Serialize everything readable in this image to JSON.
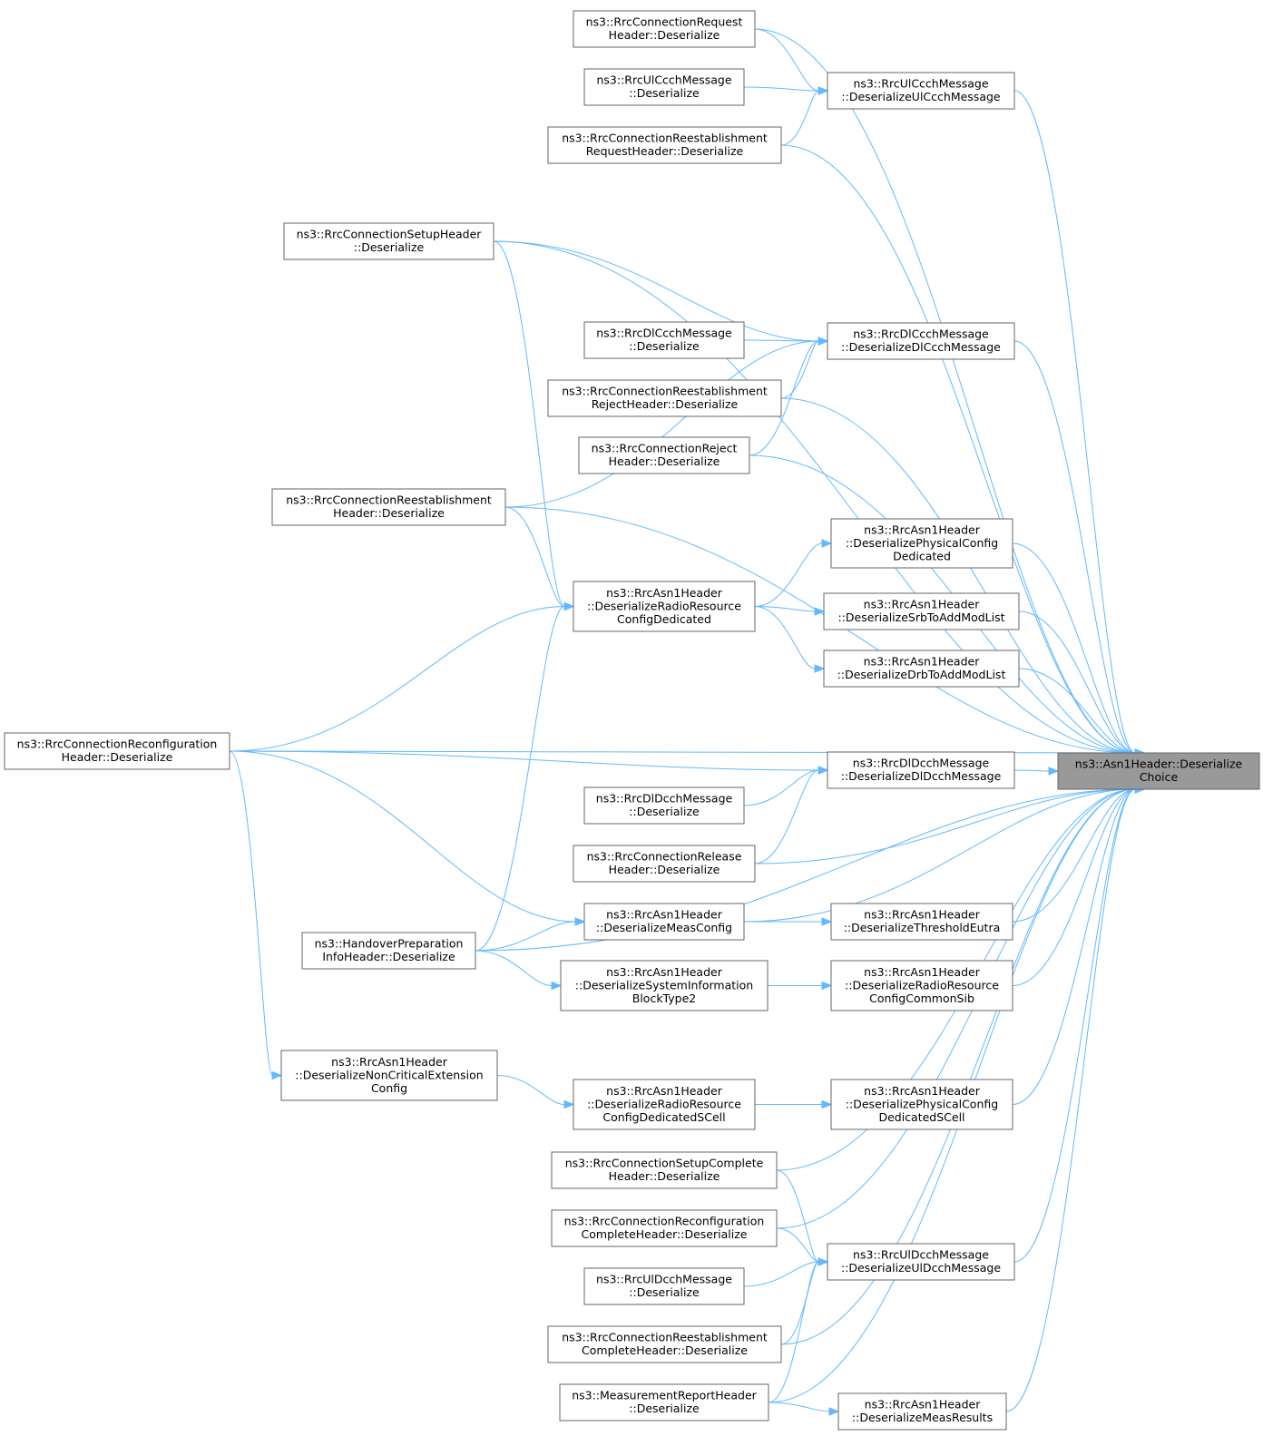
{
  "graph": {
    "colors": {
      "edge": "#63b8ff",
      "node_border": "#666666",
      "root_fill": "#999999",
      "node_fill": "#ffffff"
    },
    "root": {
      "id": "root",
      "lines": [
        "ns3::Asn1Header::Deserialize",
        "Choice"
      ]
    },
    "nodes": [
      {
        "id": "rcr",
        "lines": [
          "ns3::RrcConnectionRequest",
          "Header::Deserialize"
        ]
      },
      {
        "id": "ulccch",
        "lines": [
          "ns3::RrcUlCcchMessage",
          "::Deserialize"
        ]
      },
      {
        "id": "rcrr",
        "lines": [
          "ns3::RrcConnectionReestablishment",
          "RequestHeader::Deserialize"
        ]
      },
      {
        "id": "ulccchD",
        "lines": [
          "ns3::RrcUlCcchMessage",
          "::DeserializeUlCcchMessage"
        ]
      },
      {
        "id": "rcs",
        "lines": [
          "ns3::RrcConnectionSetupHeader",
          "::Deserialize"
        ]
      },
      {
        "id": "dlccch",
        "lines": [
          "ns3::RrcDlCcchMessage",
          "::Deserialize"
        ]
      },
      {
        "id": "rcrj",
        "lines": [
          "ns3::RrcConnectionReestablishment",
          "RejectHeader::Deserialize"
        ]
      },
      {
        "id": "rcrej",
        "lines": [
          "ns3::RrcConnectionReject",
          "Header::Deserialize"
        ]
      },
      {
        "id": "dlccchD",
        "lines": [
          "ns3::RrcDlCcchMessage",
          "::DeserializeDlCcchMessage"
        ]
      },
      {
        "id": "rcre",
        "lines": [
          "ns3::RrcConnectionReestablishment",
          "Header::Deserialize"
        ]
      },
      {
        "id": "pcd",
        "lines": [
          "ns3::RrcAsn1Header",
          "::DeserializePhysicalConfig",
          "Dedicated"
        ]
      },
      {
        "id": "rrcd",
        "lines": [
          "ns3::RrcAsn1Header",
          "::DeserializeRadioResource",
          "ConfigDedicated"
        ]
      },
      {
        "id": "srb",
        "lines": [
          "ns3::RrcAsn1Header",
          "::DeserializeSrbToAddModList"
        ]
      },
      {
        "id": "drb",
        "lines": [
          "ns3::RrcAsn1Header",
          "::DeserializeDrbToAddModList"
        ]
      },
      {
        "id": "rcrc",
        "lines": [
          "ns3::RrcConnectionReconfiguration",
          "Header::Deserialize"
        ]
      },
      {
        "id": "dldcchD",
        "lines": [
          "ns3::RrcDlDcchMessage",
          "::DeserializeDlDcchMessage"
        ]
      },
      {
        "id": "dldcch",
        "lines": [
          "ns3::RrcDlDcchMessage",
          "::Deserialize"
        ]
      },
      {
        "id": "rcrel",
        "lines": [
          "ns3::RrcConnectionRelease",
          "Header::Deserialize"
        ]
      },
      {
        "id": "meas",
        "lines": [
          "ns3::RrcAsn1Header",
          "::DeserializeMeasConfig"
        ]
      },
      {
        "id": "thr",
        "lines": [
          "ns3::RrcAsn1Header",
          "::DeserializeThresholdEutra"
        ]
      },
      {
        "id": "hop",
        "lines": [
          "ns3::HandoverPreparation",
          "InfoHeader::Deserialize"
        ]
      },
      {
        "id": "sib2",
        "lines": [
          "ns3::RrcAsn1Header",
          "::DeserializeSystemInformation",
          "BlockType2"
        ]
      },
      {
        "id": "rrccs",
        "lines": [
          "ns3::RrcAsn1Header",
          "::DeserializeRadioResource",
          "ConfigCommonSib"
        ]
      },
      {
        "id": "nce",
        "lines": [
          "ns3::RrcAsn1Header",
          "::DeserializeNonCriticalExtension",
          "Config"
        ]
      },
      {
        "id": "rrcds",
        "lines": [
          "ns3::RrcAsn1Header",
          "::DeserializeRadioResource",
          "ConfigDedicatedSCell"
        ]
      },
      {
        "id": "pcds",
        "lines": [
          "ns3::RrcAsn1Header",
          "::DeserializePhysicalConfig",
          "DedicatedSCell"
        ]
      },
      {
        "id": "rcsc",
        "lines": [
          "ns3::RrcConnectionSetupComplete",
          "Header::Deserialize"
        ]
      },
      {
        "id": "rcrcc",
        "lines": [
          "ns3::RrcConnectionReconfiguration",
          "CompleteHeader::Deserialize"
        ]
      },
      {
        "id": "uldcchD",
        "lines": [
          "ns3::RrcUlDcchMessage",
          "::DeserializeUlDcchMessage"
        ]
      },
      {
        "id": "uldcch",
        "lines": [
          "ns3::RrcUlDcchMessage",
          "::Deserialize"
        ]
      },
      {
        "id": "rcrec",
        "lines": [
          "ns3::RrcConnectionReestablishment",
          "CompleteHeader::Deserialize"
        ]
      },
      {
        "id": "mr",
        "lines": [
          "ns3::MeasurementReportHeader",
          "::Deserialize"
        ]
      },
      {
        "id": "mres",
        "lines": [
          "ns3::RrcAsn1Header",
          "::DeserializeMeasResults"
        ]
      }
    ],
    "edges": [
      [
        "rcr",
        "root"
      ],
      [
        "rcr",
        "ulccchD"
      ],
      [
        "ulccch",
        "ulccchD"
      ],
      [
        "rcrr",
        "ulccchD"
      ],
      [
        "rcrr",
        "root"
      ],
      [
        "ulccchD",
        "root"
      ],
      [
        "rcs",
        "root"
      ],
      [
        "rcs",
        "dlccchD"
      ],
      [
        "rcs",
        "rrcd"
      ],
      [
        "dlccch",
        "dlccchD"
      ],
      [
        "rcrj",
        "dlccchD"
      ],
      [
        "rcrj",
        "root"
      ],
      [
        "rcrej",
        "dlccchD"
      ],
      [
        "rcrej",
        "root"
      ],
      [
        "dlccchD",
        "root"
      ],
      [
        "rcre",
        "root"
      ],
      [
        "rcre",
        "dlccchD"
      ],
      [
        "rcre",
        "rrcd"
      ],
      [
        "rrcd",
        "pcd"
      ],
      [
        "rrcd",
        "srb"
      ],
      [
        "rrcd",
        "drb"
      ],
      [
        "pcd",
        "root"
      ],
      [
        "srb",
        "root"
      ],
      [
        "drb",
        "root"
      ],
      [
        "rcrc",
        "rrcd"
      ],
      [
        "rcrc",
        "root"
      ],
      [
        "rcrc",
        "dldcchD"
      ],
      [
        "rcrc",
        "meas"
      ],
      [
        "rcrc",
        "nce"
      ],
      [
        "dldcchD",
        "root"
      ],
      [
        "dldcch",
        "dldcchD"
      ],
      [
        "rcrel",
        "dldcchD"
      ],
      [
        "rcrel",
        "root"
      ],
      [
        "meas",
        "thr"
      ],
      [
        "meas",
        "root"
      ],
      [
        "thr",
        "root"
      ],
      [
        "hop",
        "meas"
      ],
      [
        "hop",
        "rrcd"
      ],
      [
        "hop",
        "sib2"
      ],
      [
        "hop",
        "root"
      ],
      [
        "sib2",
        "rrccs"
      ],
      [
        "rrccs",
        "root"
      ],
      [
        "nce",
        "rrcds"
      ],
      [
        "rrcds",
        "pcds"
      ],
      [
        "pcds",
        "root"
      ],
      [
        "rcsc",
        "uldcchD"
      ],
      [
        "rcsc",
        "root"
      ],
      [
        "rcrcc",
        "uldcchD"
      ],
      [
        "rcrcc",
        "root"
      ],
      [
        "uldcch",
        "uldcchD"
      ],
      [
        "rcrec",
        "uldcchD"
      ],
      [
        "rcrec",
        "root"
      ],
      [
        "uldcchD",
        "root"
      ],
      [
        "mr",
        "uldcchD"
      ],
      [
        "mr",
        "root"
      ],
      [
        "mr",
        "mres"
      ],
      [
        "mres",
        "root"
      ]
    ]
  }
}
